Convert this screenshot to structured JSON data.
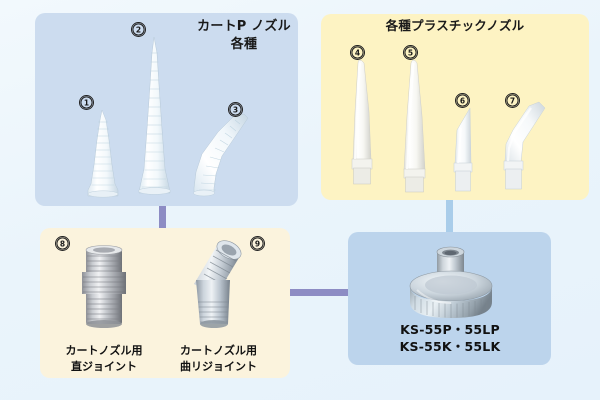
{
  "background": {
    "color_top": "#f2f9fd",
    "color_bottom": "#e6f2fb"
  },
  "panels": [
    {
      "id": "cart-p-nozzles",
      "title": "カートP\nノズル各種",
      "background": "#ccdcef"
    },
    {
      "id": "plastic-nozzles",
      "title": "各種プラスチックノズル",
      "background": "#fdf3c3"
    },
    {
      "id": "cart-nozzle-joints",
      "title": "",
      "background": "#fbf3dd"
    },
    {
      "id": "ks-adapter",
      "title": "",
      "background": "#bcd4ec"
    }
  ],
  "markers": {
    "n1": "①",
    "n2": "②",
    "n3": "③",
    "n4": "④",
    "n5": "⑤",
    "n6": "⑥",
    "n7": "⑦",
    "n8": "⑧",
    "n9": "⑨"
  },
  "captions": {
    "straight_joint": "カートノズル用\n直ジョイント",
    "bent_joint": "カートノズル用\n曲リジョイント",
    "ks_codes": "KS-55P・55LP\nKS-55K・55LK"
  },
  "connectors": {
    "vertical_purple": "#8d8cc4",
    "horizontal_purple": "#8d8cc4",
    "vertical_blue": "#a9cdea"
  },
  "colors": {
    "panel_blue": "#ccdcef",
    "panel_yellow": "#fdf3c3",
    "panel_cream": "#fbf3dd",
    "panel_blue_dark": "#bcd4ec",
    "text": "#111111",
    "connector_purple": "#8d8cc4",
    "connector_blue": "#a9cdea"
  }
}
